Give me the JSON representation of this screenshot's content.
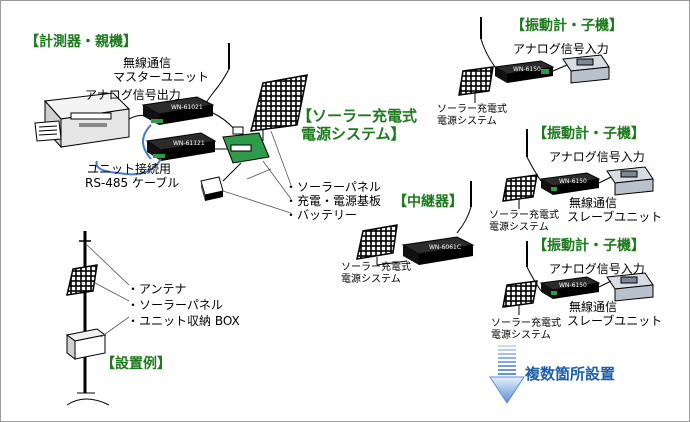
{
  "headers": {
    "master": "【計測器・親機】",
    "solar": "【ソーラー充電式",
    "solar2": "電源システム】",
    "relay": "【中継器】",
    "child1": "【振動計・子機】",
    "child2": "【振動計・子機】",
    "child3": "【振動計・子機】",
    "install": "【設置例】"
  },
  "labels": {
    "wireless1": "無線通信",
    "wireless2": "マスターユニット",
    "analog_out": "アナログ信号出力",
    "cable1": "ユニット接続用",
    "cable2": "RS-485 ケーブル",
    "solar_list": [
      "・ソーラーパネル",
      "・充電・電源基板",
      "・バッテリー"
    ],
    "install_list": [
      "・アンテナ",
      "・ソーラーパネル",
      "・ユニット収納 BOX"
    ],
    "analog_in": "アナログ信号入力",
    "slave1": "無線通信",
    "slave2": "スレーブユニット",
    "solar_small1": "ソーラー充電式",
    "solar_small2": "電源システム",
    "multi": "複数箇所設置"
  },
  "colors": {
    "header": "#1c7a1c",
    "accent": "#1f5fa8",
    "device": "#1a1a1a",
    "board": "#2e9a4a"
  }
}
